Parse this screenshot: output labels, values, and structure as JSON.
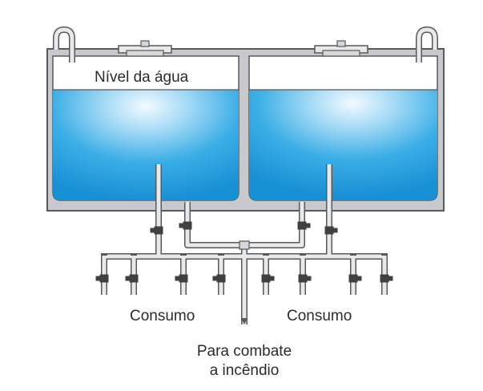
{
  "labels": {
    "water_level": "Nível da água",
    "consumption_left": "Consumo",
    "consumption_right": "Consumo",
    "fire_line_1": "Para combate",
    "fire_line_2": "a incêndio"
  },
  "colors": {
    "tank_shell": "#c7c9cc",
    "tank_outline": "#58595b",
    "water_light": "#dff2ff",
    "water_mid": "#5ec0f0",
    "water_dark": "#1a96d8",
    "pipe": "#e8e9eb",
    "pipe_outline": "#58595b",
    "valve": "#3f4042",
    "text": "#2b2b2b"
  },
  "icons": [
    "overflow-vent-icon",
    "manhole-hatch-icon",
    "valve-icon"
  ]
}
